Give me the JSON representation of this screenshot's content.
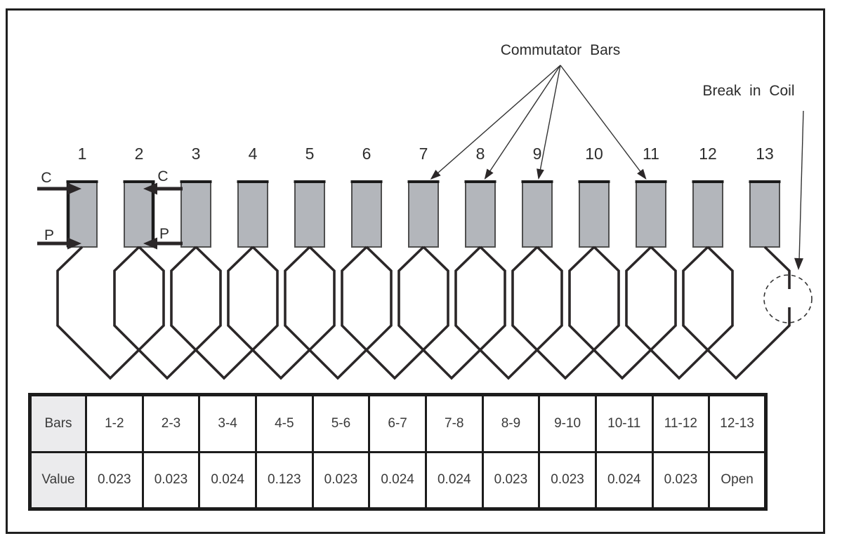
{
  "diagram": {
    "commutator_label": "Commutator Bars",
    "break_label": "Break in Coil",
    "bars": [
      "1",
      "2",
      "3",
      "4",
      "5",
      "6",
      "7",
      "8",
      "9",
      "10",
      "11",
      "12",
      "13"
    ],
    "probes": {
      "c": "C",
      "p": "P"
    },
    "pointed_bars": [
      7,
      8,
      9,
      11
    ],
    "break_coil": 12,
    "colors": {
      "bar_fill": "#b3b6bb",
      "bar_edge": "#4f4f4f",
      "line": "#2b2728",
      "table_head_bg": "#ebebed"
    }
  },
  "table": {
    "row1_header": "Bars",
    "row2_header": "Value",
    "pairs": [
      "1-2",
      "2-3",
      "3-4",
      "4-5",
      "5-6",
      "6-7",
      "7-8",
      "8-9",
      "9-10",
      "10-11",
      "11-12",
      "12-13"
    ],
    "values": [
      "0.023",
      "0.023",
      "0.024",
      "0.123",
      "0.023",
      "0.024",
      "0.024",
      "0.023",
      "0.023",
      "0.024",
      "0.023",
      "Open"
    ]
  }
}
